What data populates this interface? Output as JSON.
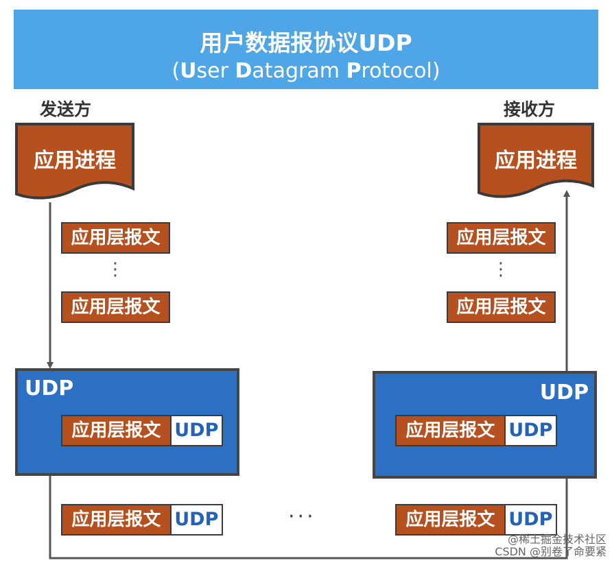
{
  "title": {
    "main": "用户数据报协议UDP",
    "sub_open": "(",
    "sub_u": "U",
    "sub_ser": "ser ",
    "sub_d": "D",
    "sub_atagram": "atagram ",
    "sub_p": "P",
    "sub_rotocol": "rotocol)"
  },
  "sender": {
    "label": "发送方",
    "process": "应用进程",
    "messages": [
      "应用层报文",
      "应用层报文"
    ],
    "vertical_ellipsis": "⋮",
    "udp_label": "UDP",
    "packet": {
      "data": "应用层报文",
      "header": "UDP"
    }
  },
  "receiver": {
    "label": "接收方",
    "process": "应用进程",
    "messages": [
      "应用层报文",
      "应用层报文"
    ],
    "vertical_ellipsis": "⋮",
    "udp_label": "UDP",
    "packet": {
      "data": "应用层报文",
      "header": "UDP"
    }
  },
  "transit": {
    "packets": [
      {
        "data": "应用层报文",
        "header": "UDP"
      },
      {
        "data": "应用层报文",
        "header": "UDP"
      }
    ],
    "ellipsis": "···"
  },
  "watermark": {
    "line1": "@稀土掘金技术社区",
    "line2": "CSDN @别卷了命要紧"
  },
  "colors": {
    "title_bg": "#4ea6e6",
    "process_bg": "#b6511f",
    "udp_box_bg": "#2c70c3",
    "udp_text": "#2362b6"
  }
}
